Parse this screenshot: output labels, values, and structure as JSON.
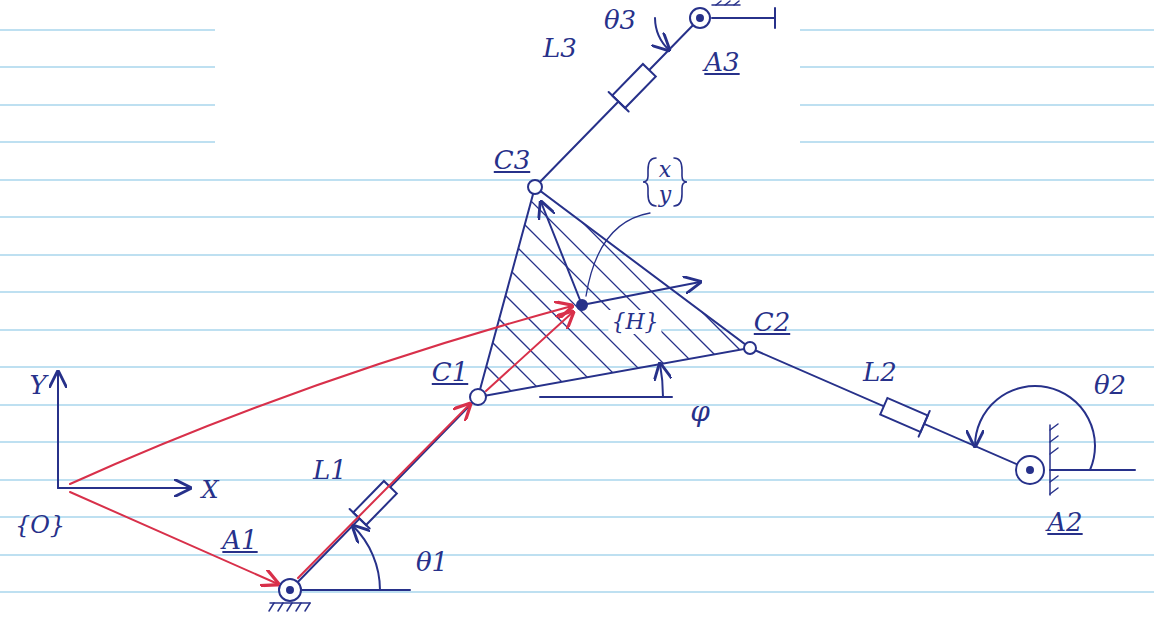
{
  "diagram": {
    "labels": [
      "L3",
      "θ3",
      "A3",
      "C3",
      "x",
      "y",
      "{H}",
      "C2",
      "L2",
      "θ2",
      "C1",
      "φ",
      "L1",
      "Y",
      "X",
      "{O}",
      "A1",
      "θ1",
      "A2"
    ]
  }
}
